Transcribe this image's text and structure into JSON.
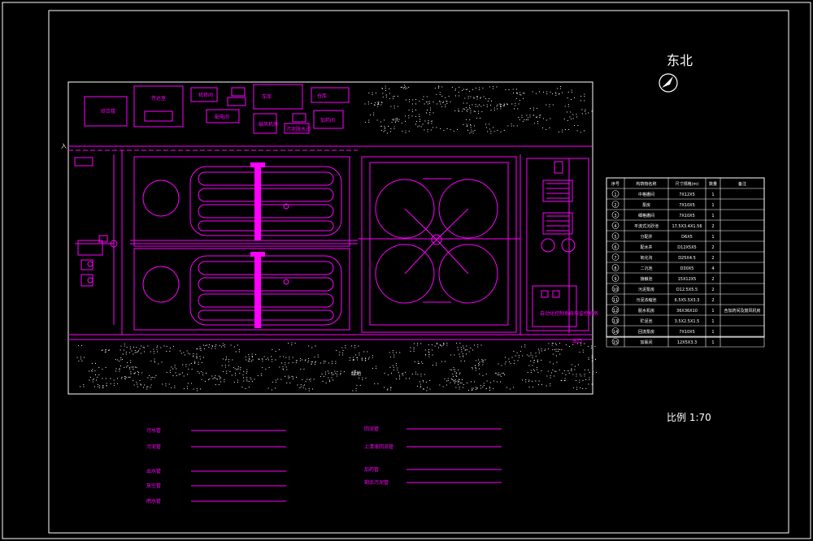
{
  "drawing": {
    "orientation_label": "东北",
    "scale_label": "比例 1:70",
    "inlet_label": "入",
    "outlet_label": "出口",
    "building_labels": [
      "综合楼",
      "传达室",
      "机修间",
      "车库",
      "仓库",
      "配电间",
      "鼓风机房",
      "污泥脱水间",
      "加药间"
    ],
    "grass_label": "绿地",
    "control_room_label": "自动化控制系统与监控机房"
  },
  "equipment_table": {
    "headers": [
      "序号",
      "构筑物名称",
      "尺寸规格(m)",
      "数量",
      "备注"
    ],
    "rows": [
      [
        "1",
        "中格栅间",
        "7X12X5",
        "1",
        ""
      ],
      [
        "2",
        "泵房",
        "7X10X5",
        "1",
        ""
      ],
      [
        "3",
        "细格栅间",
        "7X10X5",
        "1",
        ""
      ],
      [
        "4",
        "平流式沉砂池",
        "17.5X3.4X1.56",
        "2",
        ""
      ],
      [
        "5",
        "分配井",
        "D6X5",
        "1",
        ""
      ],
      [
        "6",
        "配水井",
        "D12X5X5",
        "2",
        ""
      ],
      [
        "7",
        "氧化沟",
        "D25X4.5",
        "2",
        ""
      ],
      [
        "8",
        "二沉池",
        "D30X5",
        "4",
        ""
      ],
      [
        "9",
        "接触池",
        "15X12X5",
        "2",
        ""
      ],
      [
        "10",
        "污泥泵房",
        "D12.5X5.5",
        "2",
        ""
      ],
      [
        "11",
        "污泥浓缩池",
        "6.5X5.5X3.3",
        "2",
        ""
      ],
      [
        "12",
        "脱水机房",
        "36X36X10",
        "1",
        "含加药间及鼓风机房"
      ],
      [
        "13",
        "贮泥池",
        "3.5X2.5X1.5",
        "1",
        ""
      ],
      [
        "14",
        "回流泵房",
        "7X10X5",
        "1",
        ""
      ],
      [
        "15",
        "加氯间",
        "12X5X3.3",
        "1",
        ""
      ]
    ]
  },
  "legend": {
    "left": [
      "污水管",
      "污泥管",
      "出水管",
      "放空管",
      "雨水管"
    ],
    "right": [
      "回流管",
      "上清液回流管",
      "加药管",
      "剩余污泥管"
    ]
  },
  "colors": {
    "line": "#ff00ff",
    "frame": "#ffffff",
    "background": "#000000"
  }
}
